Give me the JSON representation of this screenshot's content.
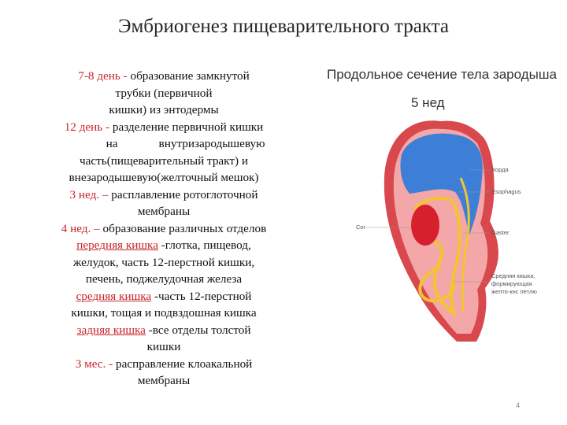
{
  "slide": {
    "title": "Эмбриогенез пищеварительного тракта",
    "page_number": "4"
  },
  "text": {
    "l1_red": "7-8 день -",
    "l1_rest": " образование замкнутой",
    "l2": "трубки (первичной",
    "l3": "кишки) из энтодермы",
    "l4_red": "12 день -",
    "l4_rest": " разделение первичной кишки",
    "l5_a": "на",
    "l5_b": "внутризародышевую",
    "l6": "часть(пищеварительный тракт) и",
    "l7": "внезародышевую(желточный мешок)",
    "l8_red": "3 нед. –",
    "l8_rest": " расплавление ротоглоточной",
    "l9": "мембраны",
    "l10_red": "4 нед. –",
    "l10_rest": " образование различных отделов",
    "l11_red": "передняя кишка",
    "l11_rest": " -глотка, пищевод,",
    "l12": "желудок, часть 12-перстной кишки,",
    "l13": "печень, поджелудочная железа",
    "l14_red": "средняя кишка",
    "l14_rest": " -часть 12-перстной",
    "l15": "кишки, тощая и подвздошная кишка",
    "l16_red": "задняя кишка",
    "l16_rest": " -все отделы толстой",
    "l17": "кишки",
    "l18_red": "3 мес. -",
    "l18_rest": " расправление клоакальной",
    "l19": "мембраны"
  },
  "figure": {
    "title": "Продольное сечение тела зародыша",
    "week": "5 нед",
    "labels": {
      "chorda": "Хорда",
      "esophagus": "Esophagus",
      "cor": "Cor",
      "gaster": "Gaster",
      "midgut_1": "Средняя кишка,",
      "midgut_2": "формирующая",
      "midgut_3": "желто-кнс петлю"
    },
    "colors": {
      "outer_red": "#d8484c",
      "pink": "#f3a7a8",
      "blue": "#3d7fd6",
      "yellow": "#f2c531",
      "heart": "#d6202d"
    }
  }
}
